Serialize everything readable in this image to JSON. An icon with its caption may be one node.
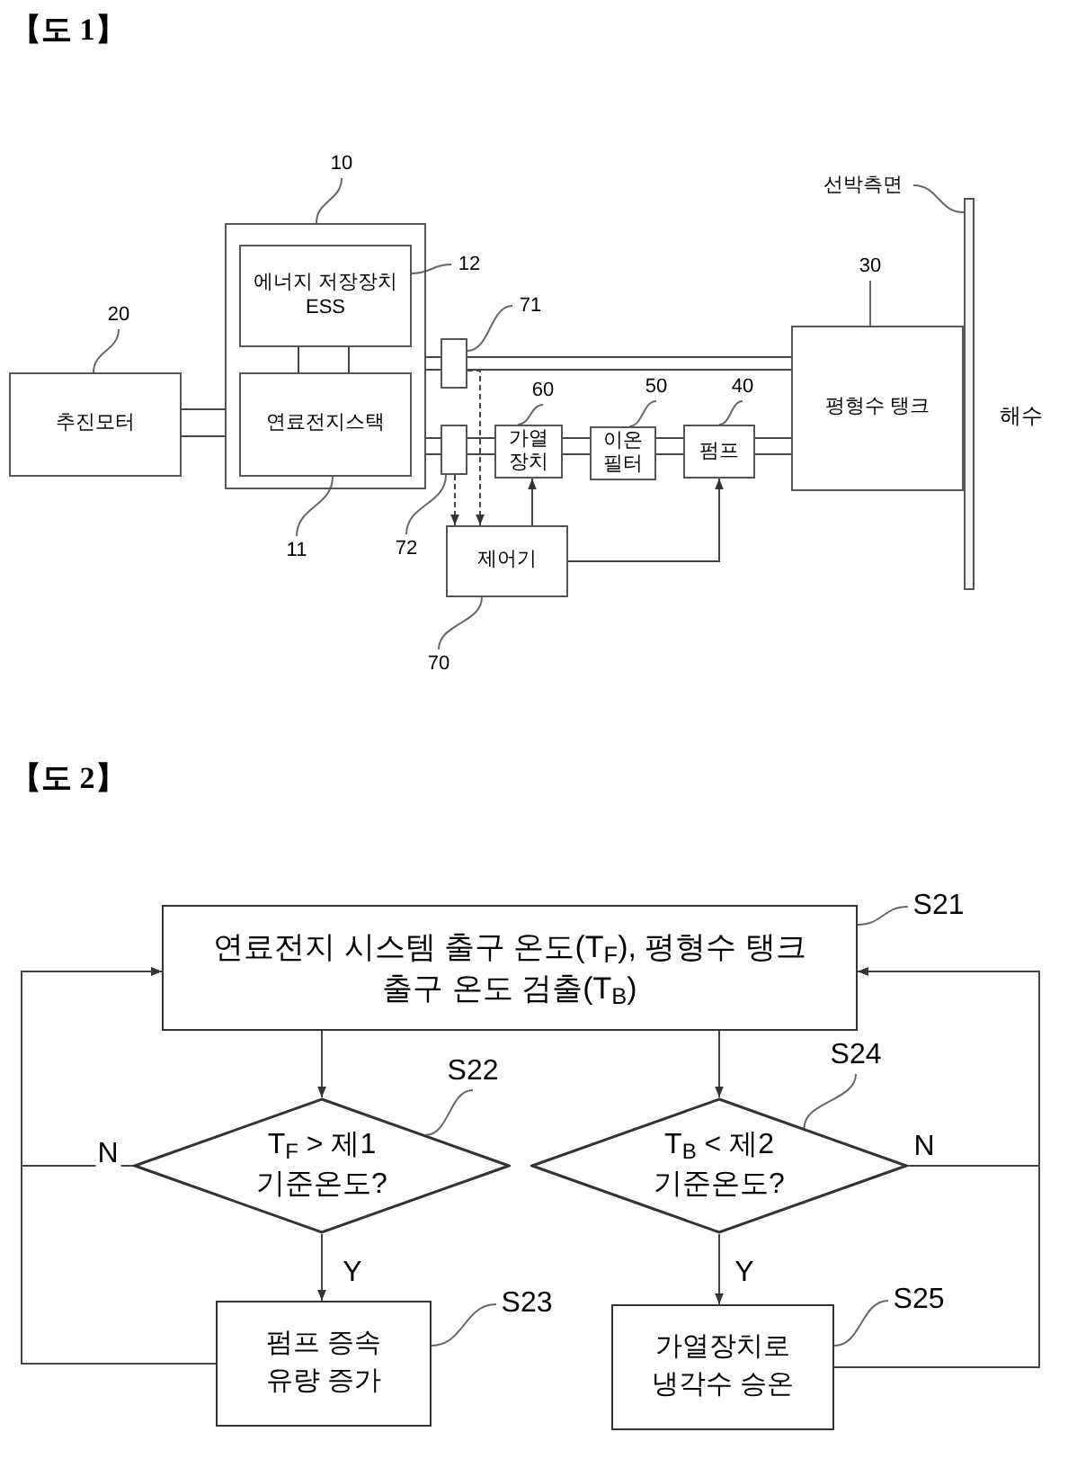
{
  "diagram": {
    "nodes": [
      {
        "text": [],
        "shape": "box"
      },
      {
        "text": [
          "에너지 저장장치 ESS"
        ],
        "in": 0
      },
      {
        "text": [
          "연료전지스택"
        ],
        "in": 0
      },
      {
        "text": [
          "추진모터"
        ]
      },
      {
        "text": [],
        "shape": "box"
      },
      {
        "text": [],
        "shape": "box"
      },
      {
        "text": [
          "가열 장치"
        ]
      },
      {
        "text": [
          "이온 필터"
        ]
      },
      {
        "text": [
          "펌프"
        ]
      },
      {
        "text": [
          "평형수 탱크"
        ]
      },
      {
        "text": [],
        "shape": "bar"
      },
      {
        "text": [
          "제어기"
        ]
      },
      {
        "text": [
          "10"
        ]
      },
      {
        "text": [
          "12"
        ]
      },
      {
        "text": [
          "71"
        ]
      },
      {
        "text": [
          "20"
        ]
      },
      {
        "text": [
          "60"
        ]
      },
      {
        "text": [
          "50"
        ]
      },
      {
        "text": [
          "40"
        ]
      },
      {
        "text": [
          "30"
        ]
      },
      {
        "text": [
          "11"
        ]
      },
      {
        "text": [
          "72"
        ]
      },
      {
        "text": [
          "70"
        ]
      },
      {
        "text": [
          "선박측면"
        ]
      },
      {
        "text": [
          "연료전지 시스템 출구 온도(T$_{F}$), 평형수 탱크 출구 온도 검출(T$_{B}$)"
        ]
      },
      {
        "text": [
          "T$_{F}$ > 제1 기준온도?"
        ]
      },
      {
        "text": [
          "T$_{B}$ < 제2 기준온도?"
        ]
      },
      {
        "text": [
          "펌프 증속 유량 증가"
        ]
      },
      {
        "text": [
          "가열장치로 냉각수 승온"
        ]
      },
      {
        "text": [
          "S21"
        ]
      },
      {
        "text": [
          "S22"
        ]
      },
      {
        "text": [
          "S23"
        ]
      },
      {
        "text": [
          "S24"
        ]
      },
      {
        "text": [
          "S25"
        ]
      }
    ],
    "edges": [
      {
        "from": 3,
        "to": 0,
        "arrow": "none"
      },
      {
        "from": 1,
        "to": 2,
        "arrow": "none"
      },
      {
        "from": 0,
        "to": 4,
        "arrow": "none"
      },
      {
        "from": 4,
        "to": 9,
        "arrow": "none"
      },
      {
        "from": 0,
        "to": 5,
        "arrow": "none"
      },
      {
        "from": 5,
        "to": 6,
        "arrow": "none"
      },
      {
        "from": 6,
        "to": 7,
        "arrow": "none"
      },
      {
        "from": 7,
        "to": 8,
        "arrow": "none"
      },
      {
        "from": 8,
        "to": 9,
        "arrow": "none"
      },
      {
        "from": 4,
        "to": 11,
        "arrow": "to",
        "style": "dashed"
      },
      {
        "from": 5,
        "to": 11,
        "arrow": "to",
        "style": "dashed"
      },
      {
        "from": 11,
        "to": 6,
        "arrow": "to"
      },
      {
        "from": 11,
        "to": 8,
        "arrow": "to"
      },
      {
        "from": 12,
        "to": 0,
        "arrow": "none"
      },
      {
        "from": 13,
        "to": 1,
        "arrow": "none"
      },
      {
        "from": 14,
        "to": 4,
        "arrow": "none"
      },
      {
        "from": 15,
        "to": 3,
        "arrow": "none"
      },
      {
        "from": 16,
        "to": 6,
        "arrow": "none"
      },
      {
        "from": 17,
        "to": 7,
        "arrow": "none"
      },
      {
        "from": 18,
        "to": 8,
        "arrow": "none"
      },
      {
        "from": 19,
        "to": 9,
        "arrow": "none"
      },
      {
        "from": 20,
        "to": 2,
        "arrow": "none"
      },
      {
        "from": 21,
        "to": 5,
        "arrow": "none"
      },
      {
        "from": 22,
        "to": 11,
        "arrow": "none"
      },
      {
        "from": 23,
        "to": 10,
        "arrow": "none"
      },
      {
        "from": 24,
        "to": 25,
        "arrow": "to"
      },
      {
        "from": 24,
        "to": 26,
        "arrow": "to"
      },
      {
        "from": 25,
        "to": 27,
        "arrow": "to",
        "label": "Y"
      },
      {
        "from": 26,
        "to": 28,
        "arrow": "to",
        "label": "Y"
      },
      {
        "from": 25,
        "to": 24,
        "arrow": "to",
        "label": "N"
      },
      {
        "from": 27,
        "to": 24,
        "arrow": "to"
      },
      {
        "from": 26,
        "to": 24,
        "arrow": "to",
        "label": "N"
      },
      {
        "from": 28,
        "to": 24,
        "arrow": "to"
      },
      {
        "from": 29,
        "to": 24,
        "arrow": "none"
      },
      {
        "from": 30,
        "to": 25,
        "arrow": "none"
      },
      {
        "from": 31,
        "to": 27,
        "arrow": "none"
      },
      {
        "from": 32,
        "to": 26,
        "arrow": "none"
      },
      {
        "from": 33,
        "to": 28,
        "arrow": "none"
      }
    ],
    "labels": [
      "【도 1】",
      "해수",
      "【도 2】"
    ]
  }
}
